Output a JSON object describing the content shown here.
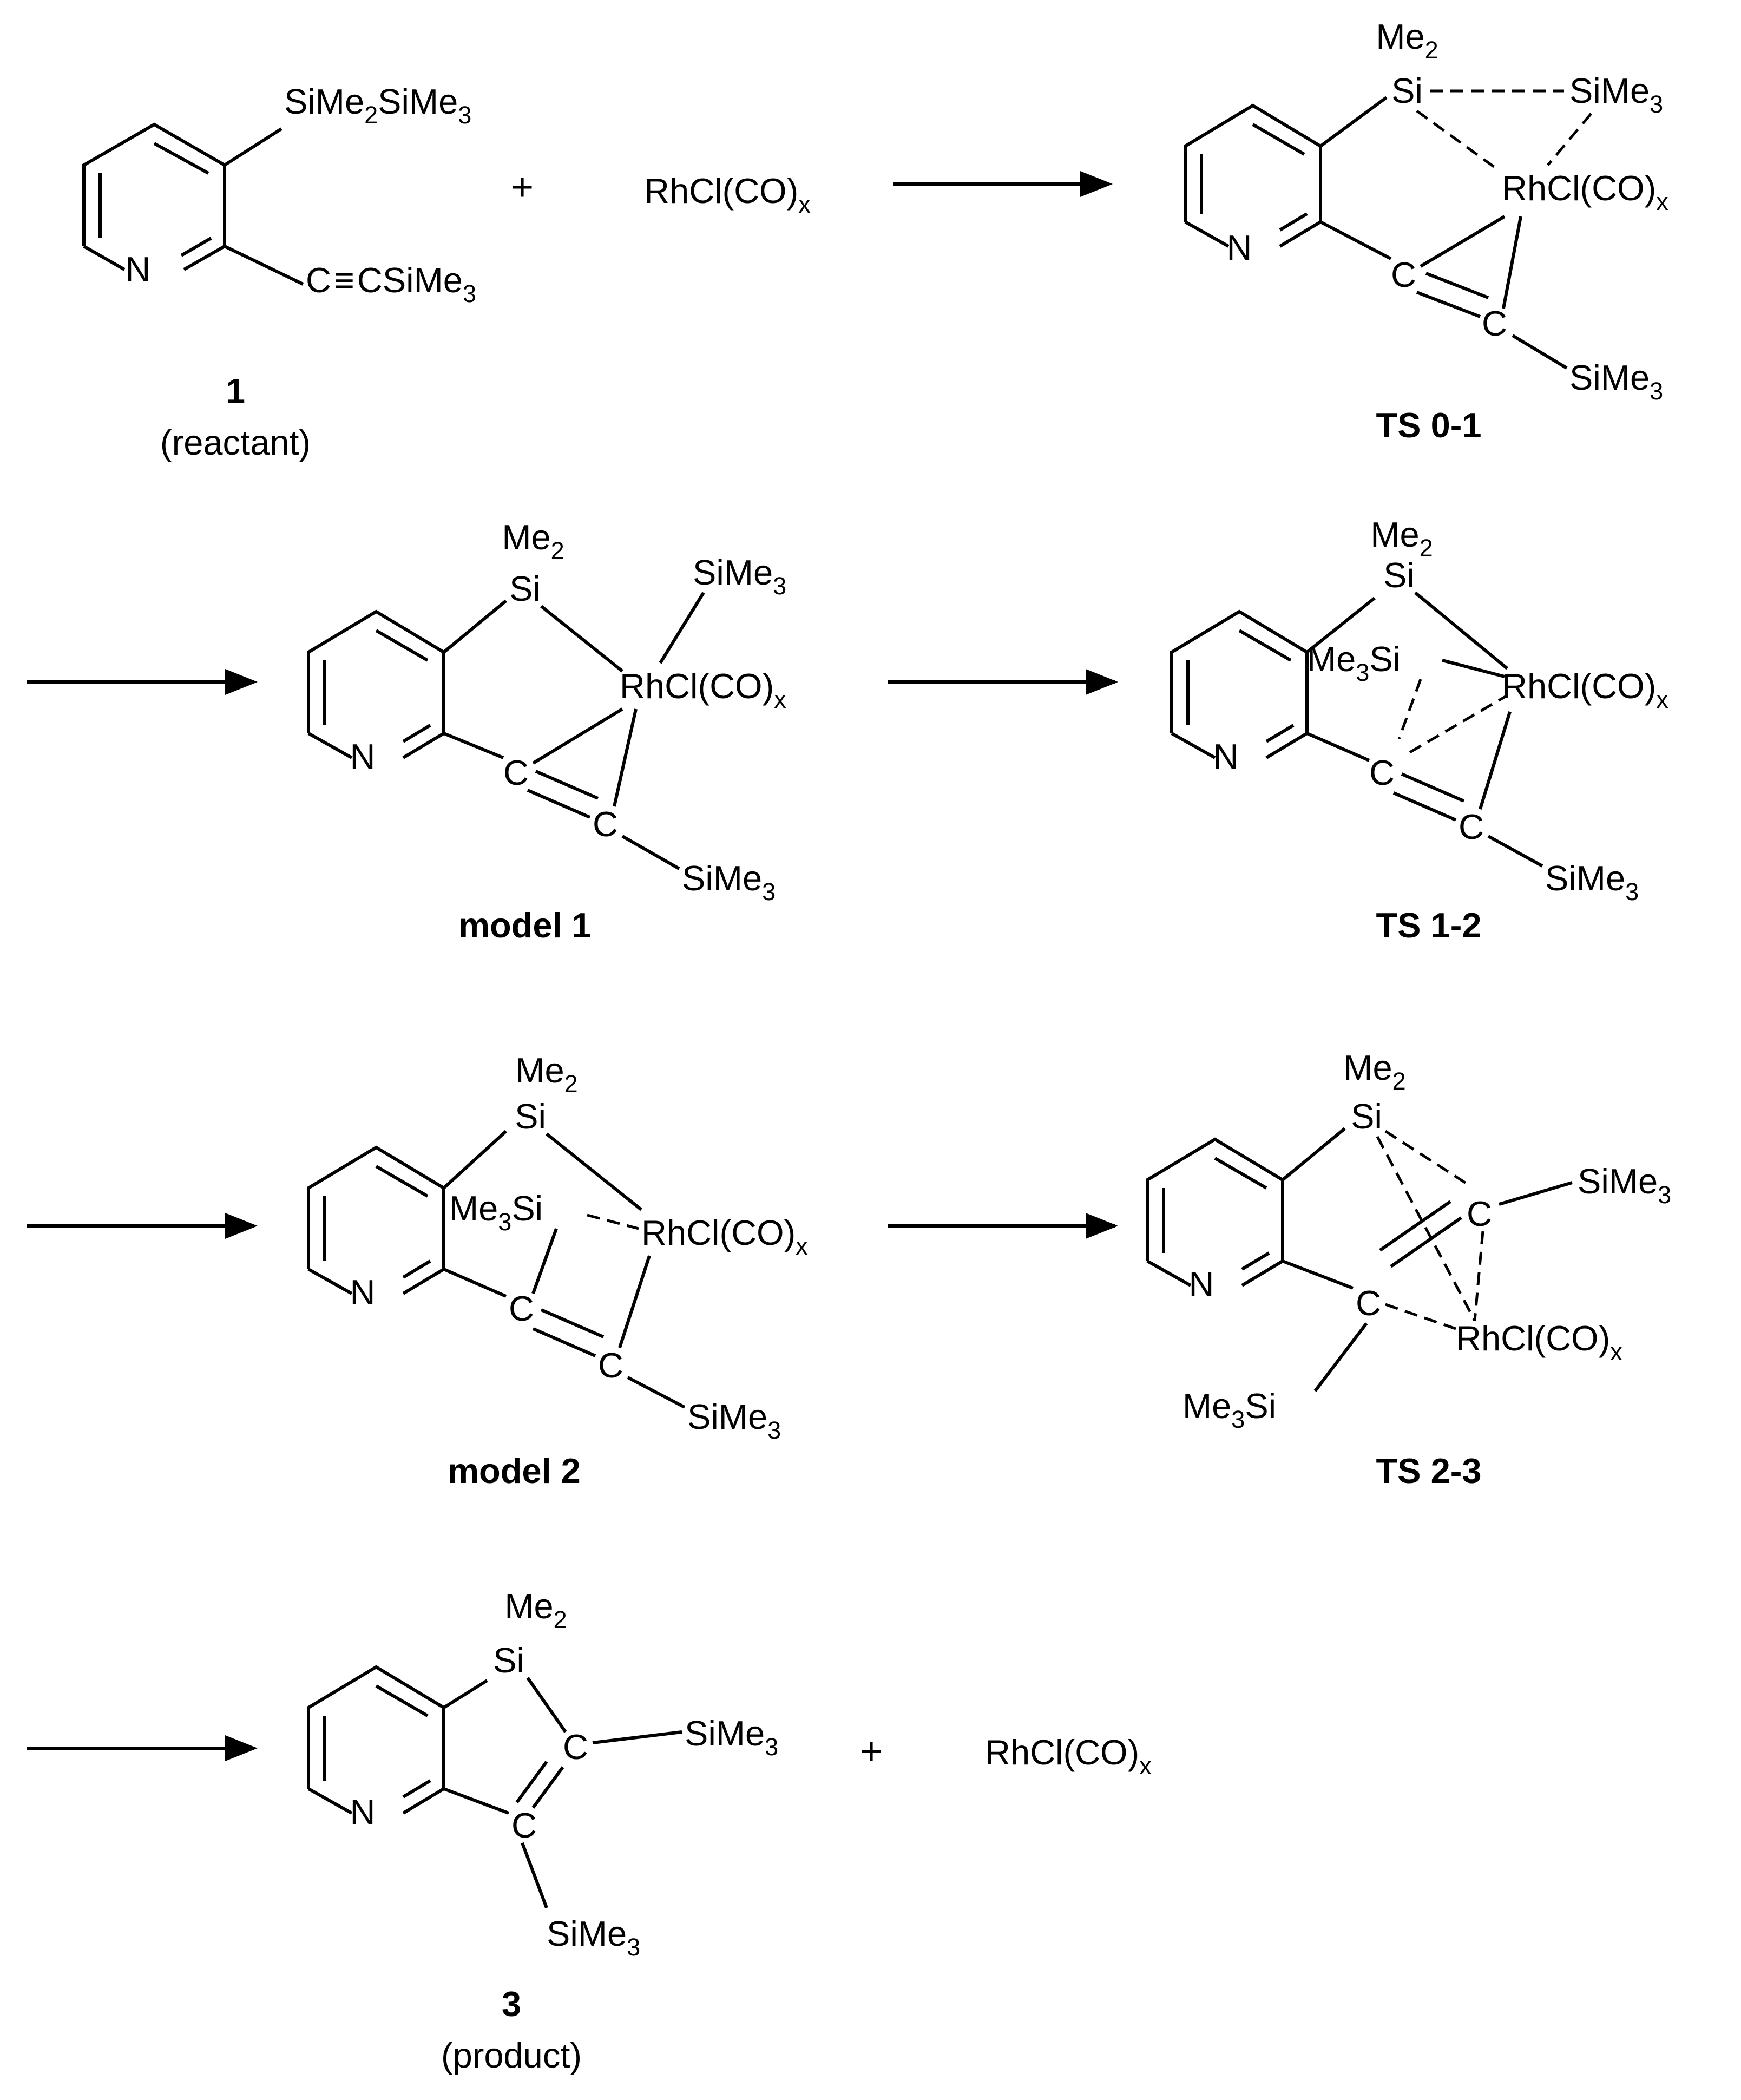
{
  "labels": {
    "SiMe2SiMe3": "SiMe2SiMe3",
    "C_triple_CSiMe3": "C≡CSiMe3",
    "N": "N",
    "plus": "+",
    "RhClCOx": "RhCl(CO)x",
    "Me2": "Me2",
    "Si": "Si",
    "SiMe3": "SiMe3",
    "Me3Si": "Me3Si",
    "C": "C"
  },
  "captions": {
    "c1_number": "1",
    "c1_note": "(reactant)",
    "ts01": "TS 0-1",
    "model1": "model 1",
    "ts12": "TS 1-2",
    "model2": "model 2",
    "ts23": "TS 2-3",
    "c3_number": "3",
    "c3_note": "(product)"
  }
}
